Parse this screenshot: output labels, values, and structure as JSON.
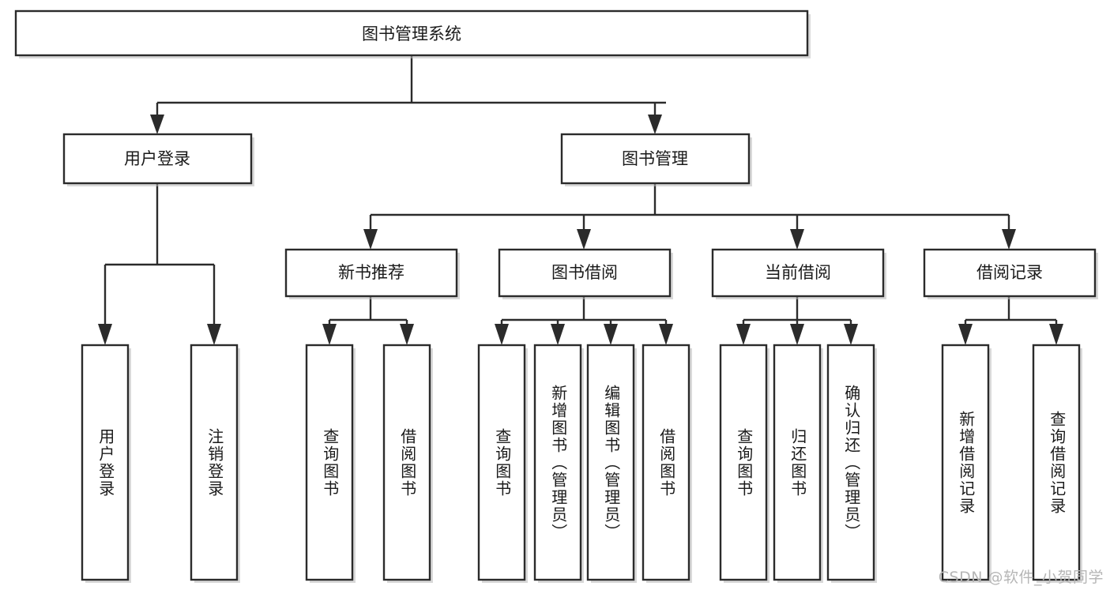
{
  "diagram": {
    "type": "tree",
    "title": "图书管理系统",
    "orientation": "top-down",
    "colors": {
      "background": "#ffffff",
      "box_fill": "#ffffff",
      "box_stroke": "#2b2b2b",
      "text": "#1a1a1a",
      "shadow": "#b9b9b9",
      "watermark": "#b6b6b6"
    },
    "root": {
      "label": "图书管理系统"
    },
    "level2": [
      {
        "label": "用户登录"
      },
      {
        "label": "图书管理"
      }
    ],
    "level3": [
      {
        "label": "新书推荐"
      },
      {
        "label": "图书借阅"
      },
      {
        "label": "当前借阅"
      },
      {
        "label": "借阅记录"
      }
    ],
    "leaves": {
      "user_login": [
        {
          "label": "用户登录"
        },
        {
          "label": "注销登录"
        }
      ],
      "new_book_recommend": [
        {
          "label": "查询图书"
        },
        {
          "label": "借阅图书"
        }
      ],
      "book_borrow": [
        {
          "label": "查询图书"
        },
        {
          "label": "新增图书（管理员）"
        },
        {
          "label": "编辑图书（管理员）"
        },
        {
          "label": "借阅图书"
        }
      ],
      "current_borrow": [
        {
          "label": "查询图书"
        },
        {
          "label": "归还图书"
        },
        {
          "label": "确认归还（管理员）"
        }
      ],
      "borrow_record": [
        {
          "label": "新增借阅记录"
        },
        {
          "label": "查询借阅记录"
        }
      ]
    }
  },
  "watermark": {
    "text": "CSDN @软件_小贺同学"
  }
}
